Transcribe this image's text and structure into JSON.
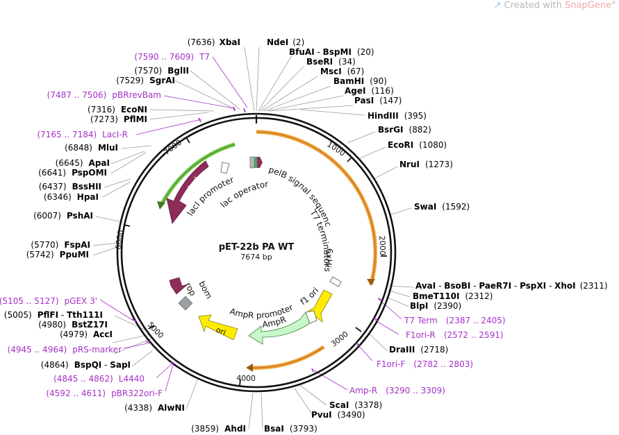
{
  "watermark": {
    "text": "Created with ",
    "brand": "SnapGene",
    "mark": "®"
  },
  "plasmid": {
    "name": "pET-22b PA WT",
    "length": "7674 bp"
  },
  "ticks": [
    "1000",
    "2000",
    "3000",
    "4000",
    "5000",
    "6000",
    "7000"
  ],
  "colors": {
    "primer": "#a52fc7",
    "orange": "#f2a23a",
    "green": "#73c44a",
    "maroon": "#8e2d59",
    "yellow": "#ffec00",
    "mint": "#c9f7c9"
  },
  "features": {
    "lacI": "lacI",
    "lacI_promoter": "lacI promoter",
    "lac_operator": "lac operator",
    "pelB": "pelB signal sequence",
    "t7_terminator": "T7 terminator",
    "his": "6xHis",
    "f1_ori": "f1 ori",
    "ampR": "AmpR",
    "ampR_promoter": "AmpR promoter",
    "ori": "ori",
    "rop": "rop",
    "bom": "bom"
  },
  "sites": [
    {
      "name": "XbaI",
      "pos": "(7636)"
    },
    {
      "name": "NdeI",
      "pos": "(2)"
    },
    {
      "name": "BfuAI",
      "name2": "BspMI",
      "pos": "(20)"
    },
    {
      "name": "BseRI",
      "pos": "(34)"
    },
    {
      "name": "MscI",
      "pos": "(67)"
    },
    {
      "name": "BamHI",
      "pos": "(90)"
    },
    {
      "name": "AgeI",
      "pos": "(116)"
    },
    {
      "name": "PasI",
      "pos": "(147)"
    },
    {
      "name": "HindIII",
      "pos": "(395)"
    },
    {
      "name": "BsrGI",
      "pos": "(882)"
    },
    {
      "name": "EcoRI",
      "pos": "(1080)"
    },
    {
      "name": "NruI",
      "pos": "(1273)"
    },
    {
      "name": "SwaI",
      "pos": "(1592)"
    },
    {
      "name": "AvaI",
      "name2": "BsoBI",
      "name3": "PaeR7I",
      "name4": "PspXI",
      "name5": "XhoI",
      "pos": "(2311)"
    },
    {
      "name": "BmeT110I",
      "pos": "(2312)"
    },
    {
      "name": "BlpI",
      "pos": "(2390)"
    },
    {
      "name": "DraIII",
      "pos": "(2718)"
    },
    {
      "name": "ScaI",
      "pos": "(3378)"
    },
    {
      "name": "PvuI",
      "pos": "(3490)"
    },
    {
      "name": "BsaI",
      "pos": "(3793)"
    },
    {
      "name": "AhdI",
      "pos": "(3859)"
    },
    {
      "name": "AlwNI",
      "pos": "(4338)"
    },
    {
      "name": "BspQI",
      "name2": "SapI",
      "pos": "(4864)"
    },
    {
      "name": "AccI",
      "pos": "(4979)"
    },
    {
      "name": "BstZ17I",
      "pos": "(4980)"
    },
    {
      "name": "PflFI",
      "name2": "Tth111I",
      "pos": "(5005)"
    },
    {
      "name": "PpuMI",
      "pos": "(5742)"
    },
    {
      "name": "FspAI",
      "pos": "(5770)"
    },
    {
      "name": "PshAI",
      "pos": "(6007)"
    },
    {
      "name": "HpaI",
      "pos": "(6346)"
    },
    {
      "name": "BssHII",
      "pos": "(6437)"
    },
    {
      "name": "PspOMI",
      "pos": "(6641)"
    },
    {
      "name": "ApaI",
      "pos": "(6645)"
    },
    {
      "name": "MluI",
      "pos": "(6848)"
    },
    {
      "name": "PflMI",
      "pos": "(7273)"
    },
    {
      "name": "EcoNI",
      "pos": "(7316)"
    },
    {
      "name": "SgrAI",
      "pos": "(7529)"
    },
    {
      "name": "BglII",
      "pos": "(7570)"
    }
  ],
  "primers": [
    {
      "name": "T7",
      "range": "(7590 .. 7609)"
    },
    {
      "name": "pBRrevBam",
      "range": "(7487 .. 7506)"
    },
    {
      "name": "LacI-R",
      "range": "(7165 .. 7184)"
    },
    {
      "name": "T7 Term",
      "range": "(2387 .. 2405)"
    },
    {
      "name": "F1ori-R",
      "range": "(2572 .. 2591)"
    },
    {
      "name": "F1ori-F",
      "range": "(2782 .. 2803)"
    },
    {
      "name": "Amp-R",
      "range": "(3290 .. 3309)"
    },
    {
      "name": "L4440",
      "range": "(4845 .. 4862)"
    },
    {
      "name": "pBR322ori-F",
      "range": "(4592 .. 4611)"
    },
    {
      "name": "pRS-marker",
      "range": "(4945 .. 4964)"
    },
    {
      "name": "pGEX 3'",
      "range": "(5105 .. 5127)"
    }
  ]
}
